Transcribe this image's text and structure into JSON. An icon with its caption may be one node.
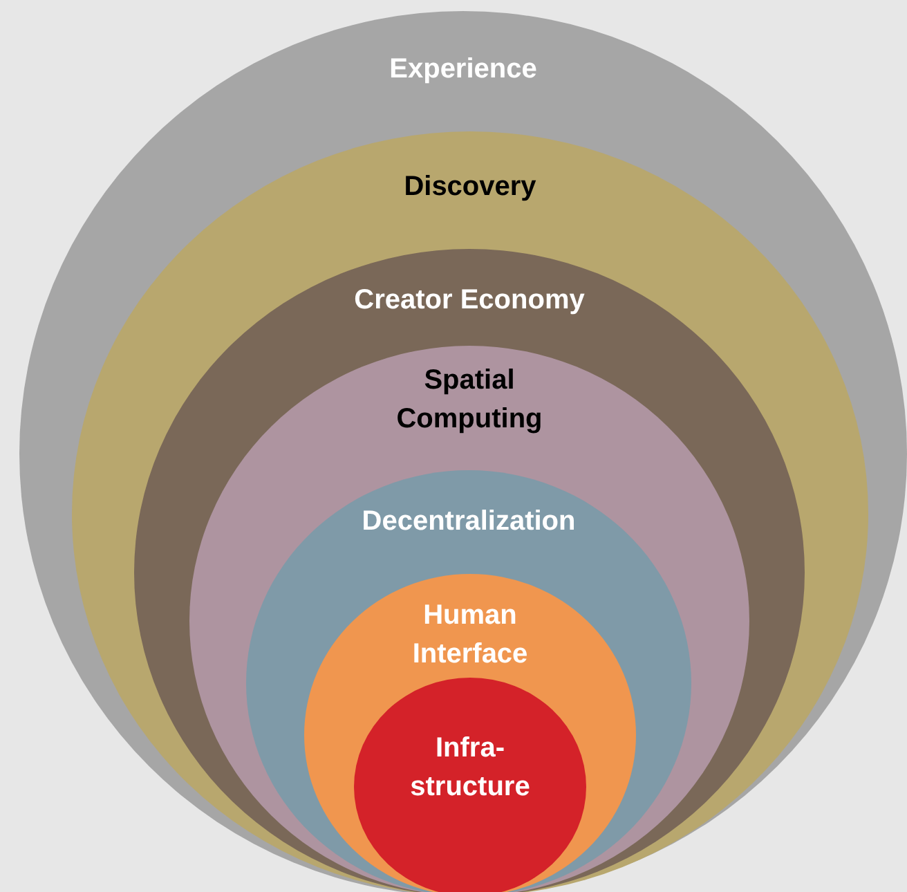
{
  "diagram": {
    "nodes": [
      {
        "text": [
          "Experience"
        ]
      },
      {
        "text": [
          "Discovery"
        ],
        "in": 0
      },
      {
        "text": [
          "Creator Economy"
        ],
        "in": 1
      },
      {
        "text": [
          "Spatial Computing"
        ],
        "in": 2
      },
      {
        "text": [
          "Decentralization"
        ],
        "in": 3
      },
      {
        "text": [
          "Human Interface"
        ],
        "in": 4
      },
      {
        "text": [
          "Infra- structure"
        ],
        "in": 5
      }
    ]
  }
}
